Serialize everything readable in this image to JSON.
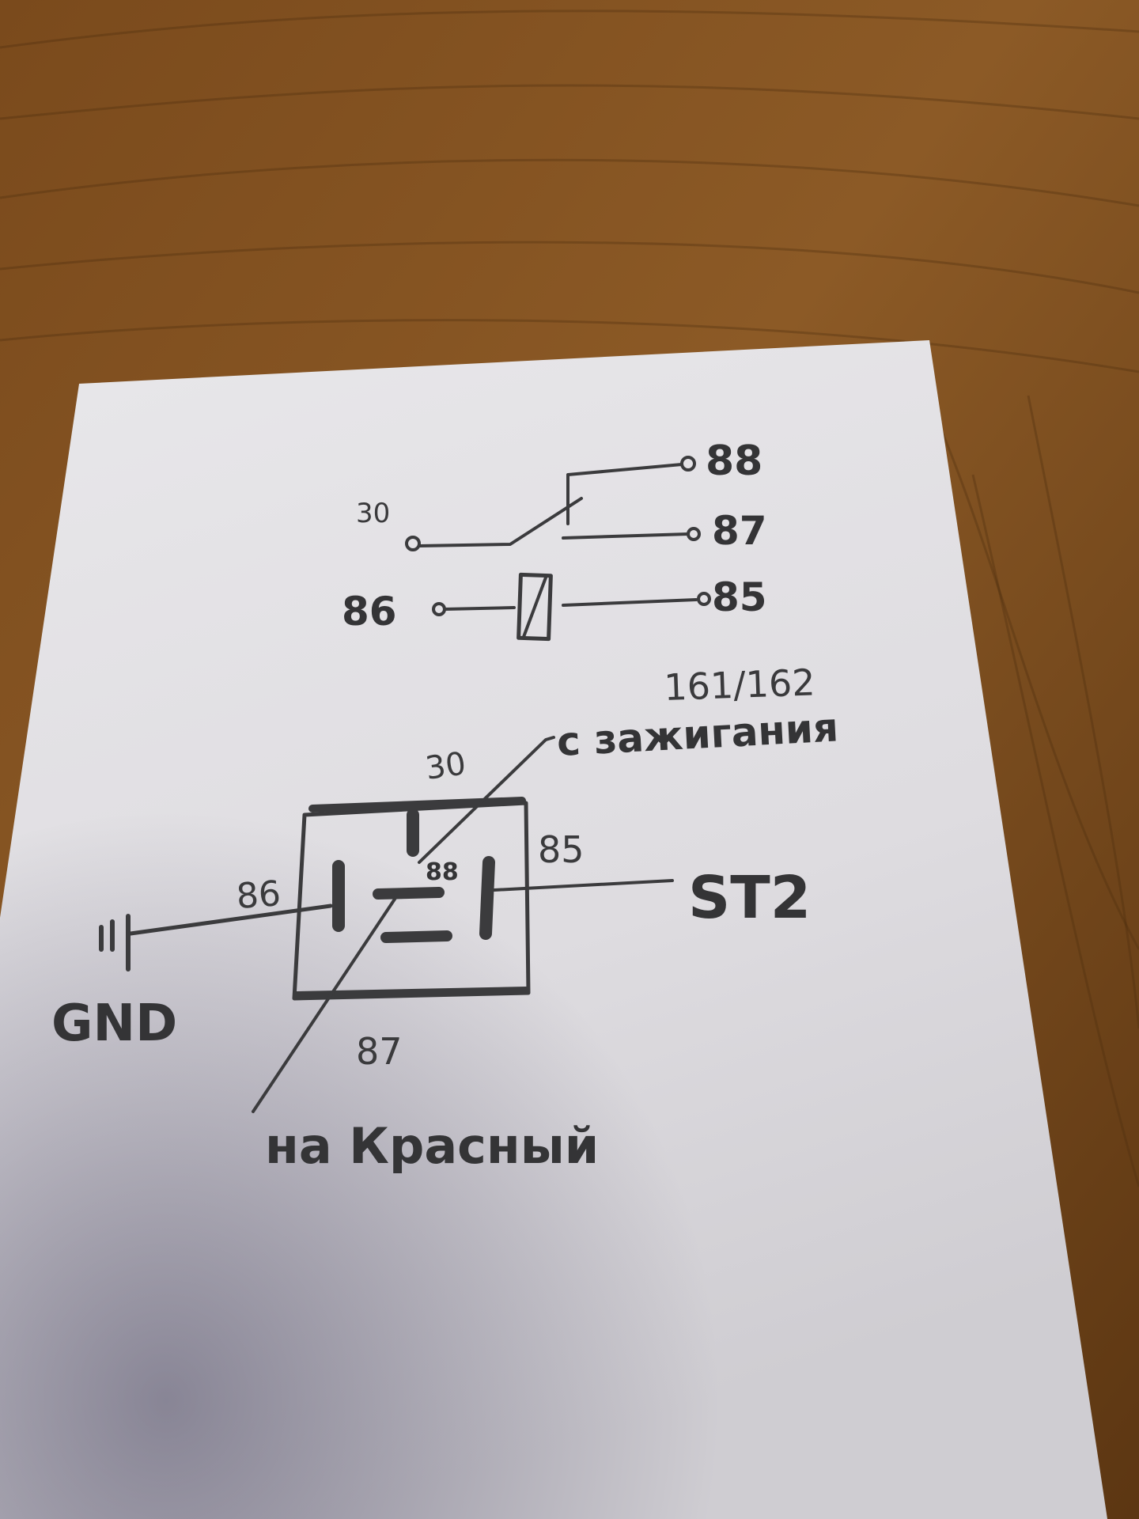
{
  "relay_schematic": {
    "pins": {
      "p30": "30",
      "p88": "88",
      "p87": "87",
      "p86": "86",
      "p85": "85"
    }
  },
  "wiring_diagram": {
    "fuse_ref": "161/162",
    "ignition_note": "с зажигания",
    "pin30": "30",
    "pin85": "85",
    "pin86": "86",
    "pin87": "87",
    "pin88": "88",
    "st2_label": "ST2",
    "gnd_label": "GND",
    "red_wire_note": "на Красный"
  },
  "colors": {
    "table_wood": "#6e4318",
    "paper": "#e6e4e6",
    "pencil": "#3b3b3d"
  }
}
